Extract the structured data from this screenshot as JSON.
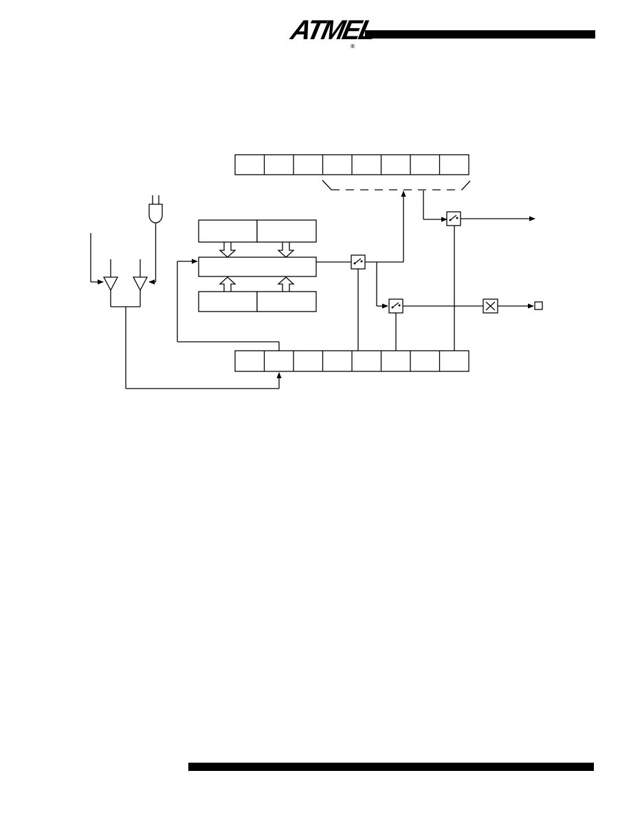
{
  "header": {
    "logo": "ATMEL",
    "registered_mark": "®"
  },
  "diagram": {
    "upper_register_cells": 8,
    "lower_register_cells": 8,
    "switch_icon": "switch-icon",
    "mux_icon": "x-box-icon",
    "buffer_icon": "triangle-buffer-icon",
    "gate_icon": "and-gate-icon",
    "pin_icon": "pin-square-icon"
  }
}
